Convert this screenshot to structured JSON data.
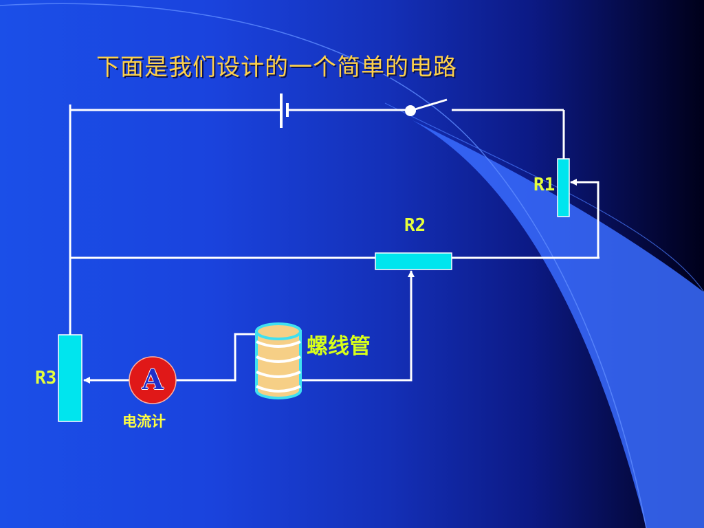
{
  "slide": {
    "title": "下面是我们设计的一个简单的电路"
  },
  "circuit": {
    "labels": {
      "r1": "R1",
      "r2": "R2",
      "r3": "R3",
      "solenoid": "螺线管",
      "ammeter": "电流计",
      "ammeter_symbol": "A"
    },
    "components": {
      "battery": "battery-icon",
      "switch": "switch-icon",
      "resistor": "resistor-icon",
      "solenoid": "solenoid-icon",
      "ammeter": "ammeter-icon"
    }
  },
  "colors": {
    "wire": "#ffffff",
    "resistor_fill": "#00e5ee",
    "label_yellow": "#e6ff3c",
    "title": "#ffd24a",
    "ammeter_fill": "#e01818",
    "solenoid_fill": "#f6cf86",
    "solenoid_outline": "#40e0f0"
  }
}
